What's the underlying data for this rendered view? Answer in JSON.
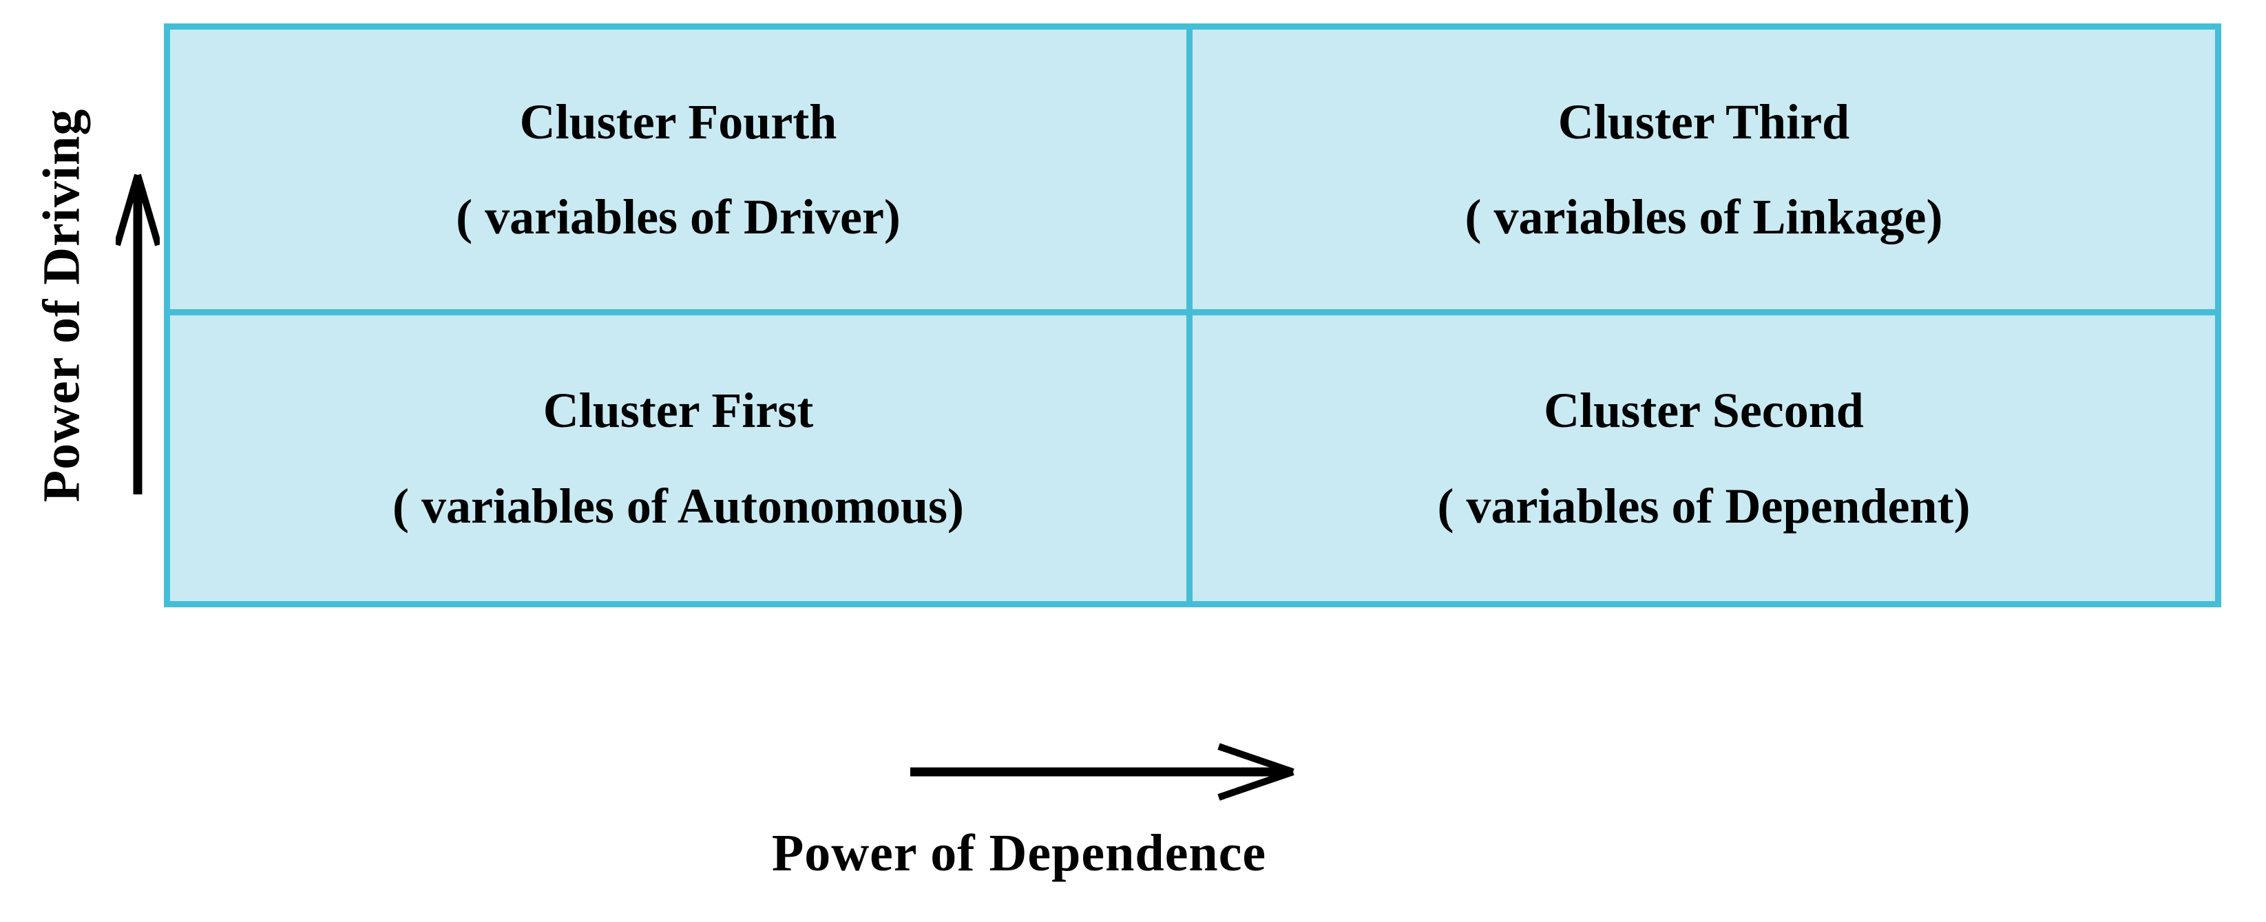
{
  "diagram": {
    "type": "2x2-quadrant-matrix",
    "colors": {
      "cell_fill": "#c9eaf2",
      "cell_border": "#46bdd6",
      "text": "#000000",
      "background": "#ffffff",
      "arrow": "#000000"
    },
    "axes": {
      "y": {
        "label": "Power of Driving",
        "arrow_direction": "up",
        "arrow_icon": "arrow-up-icon"
      },
      "x": {
        "label": "Power of Dependence",
        "arrow_direction": "right",
        "arrow_icon": "arrow-right-icon"
      }
    },
    "quadrants": [
      {
        "position": "top-left",
        "title": "Cluster Fourth",
        "subtitle": "( variables of Driver)"
      },
      {
        "position": "top-right",
        "title": "Cluster Third",
        "subtitle": "( variables of Linkage)"
      },
      {
        "position": "bottom-left",
        "title": "Cluster First",
        "subtitle": "( variables of Autonomous)"
      },
      {
        "position": "bottom-right",
        "title": "Cluster Second",
        "subtitle": "( variables of Dependent)"
      }
    ]
  }
}
